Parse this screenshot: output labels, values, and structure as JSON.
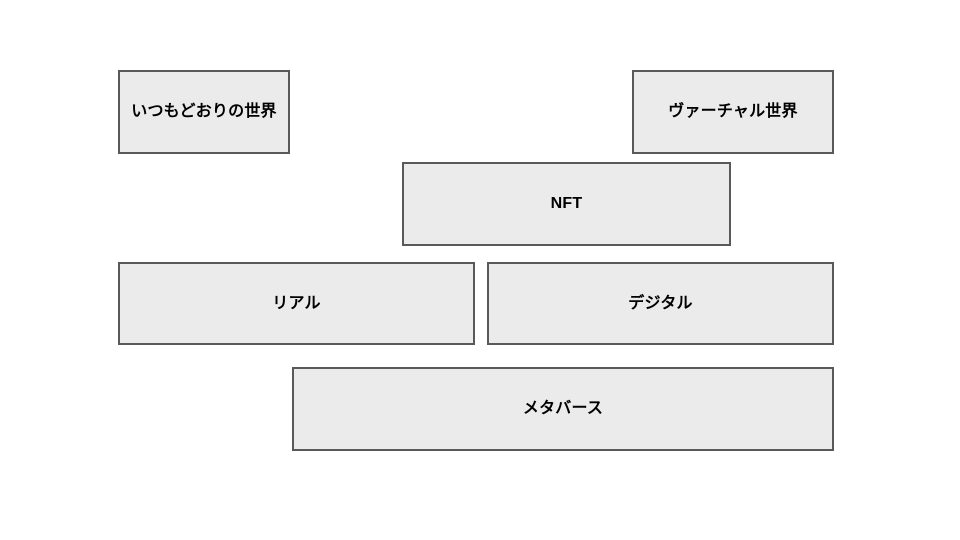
{
  "diagram": {
    "background_color": "#ffffff",
    "node_fill_color": "#ebebeb",
    "node_border_color": "#595959",
    "text_color": "#000000",
    "nodes": [
      {
        "id": "usual-world",
        "label": "いつもどおりの世界"
      },
      {
        "id": "virtual-world",
        "label": "ヴァーチャル世界"
      },
      {
        "id": "nft",
        "label": "NFT"
      },
      {
        "id": "real",
        "label": "リアル"
      },
      {
        "id": "digital",
        "label": "デジタル"
      },
      {
        "id": "metaverse",
        "label": "メタバース"
      }
    ]
  }
}
